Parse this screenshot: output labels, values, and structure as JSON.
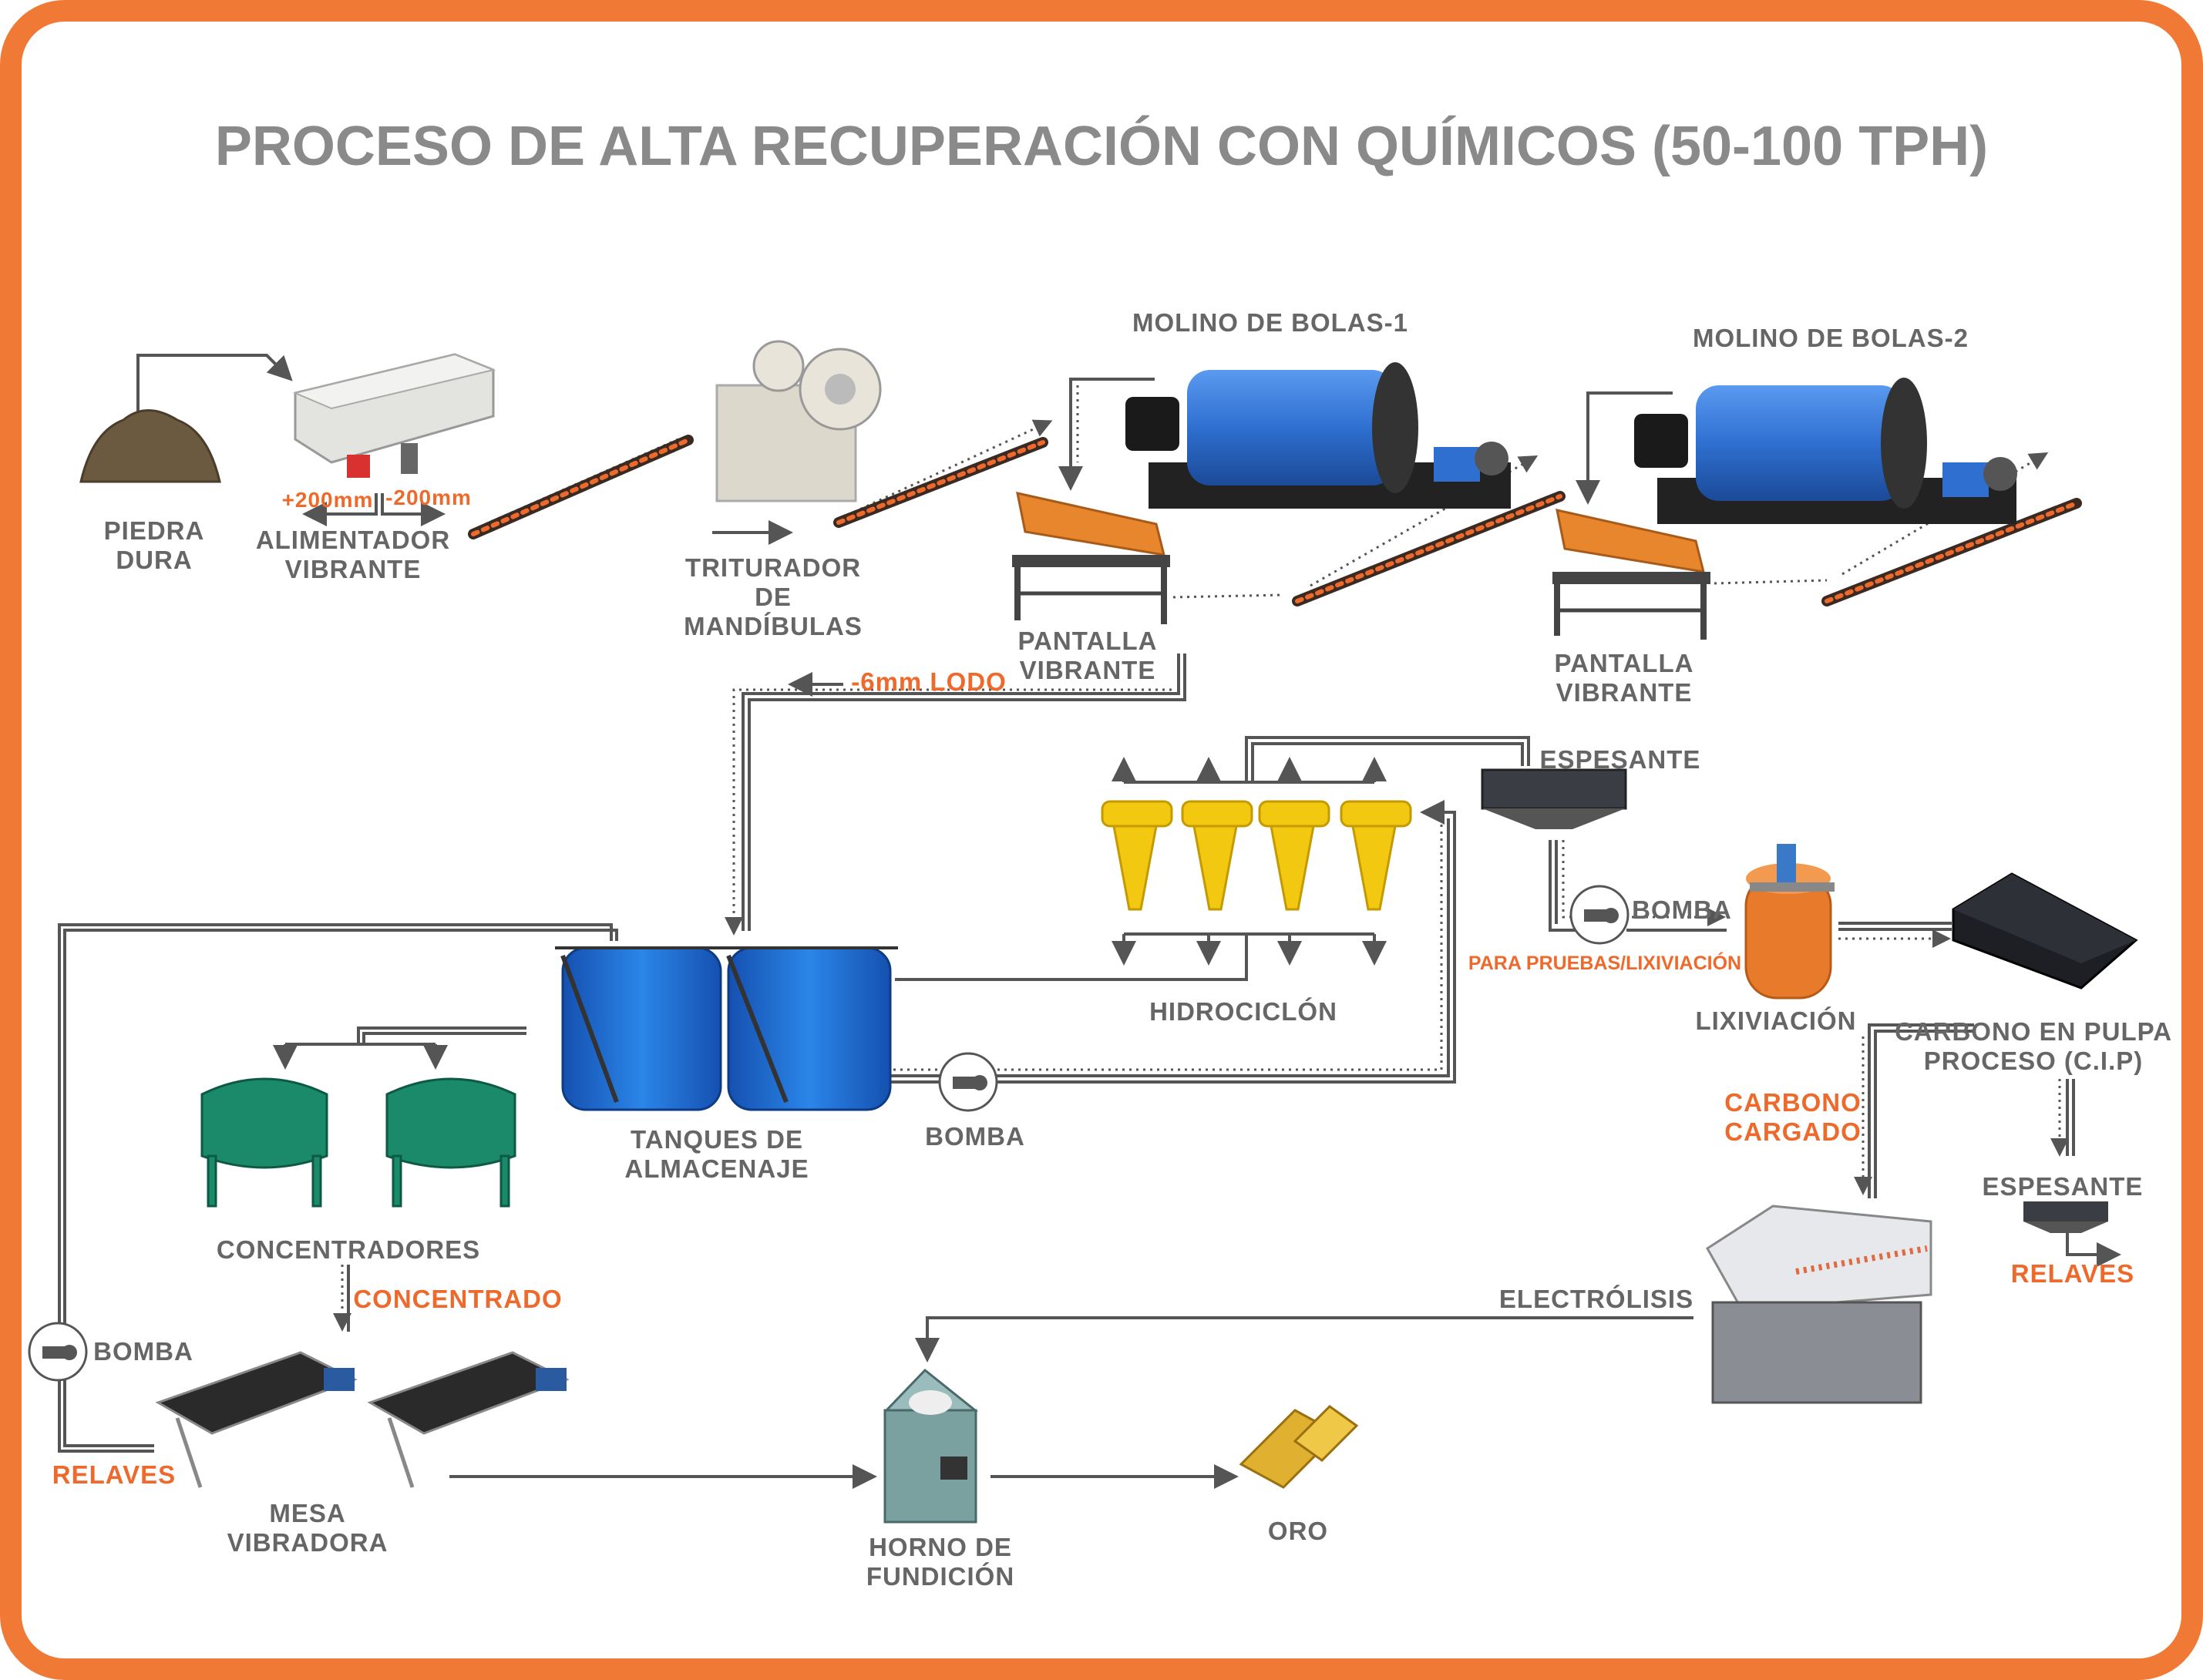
{
  "title": "PROCESO DE ALTA RECUPERACIÓN CON QUÍMICOS (50-100 TPH)",
  "colors": {
    "border": "#F07A35",
    "accent": "#EE6A2C",
    "text": "#666666",
    "mill": "#2F6FD0",
    "tank": "#1E73D6",
    "concentrator": "#1A8A6A",
    "cyclone": "#F2C811"
  },
  "labels": {
    "piedra_dura": [
      "PIEDRA",
      "DURA"
    ],
    "alimentador": [
      "ALIMENTADOR",
      "VIBRANTE"
    ],
    "plus200": "+200mm",
    "minus200": "-200mm",
    "triturador": [
      "TRITURADOR",
      "DE",
      "MANDÍBULAS"
    ],
    "molino1": "MOLINO DE BOLAS-1",
    "molino2": "MOLINO DE BOLAS-2",
    "pantalla1": [
      "PANTALLA",
      "VIBRANTE"
    ],
    "pantalla2": [
      "PANTALLA",
      "VIBRANTE"
    ],
    "lodo": "-6mm LODO",
    "espesante1": "ESPESANTE",
    "bomba1": "BOMBA",
    "para_pruebas": "PARA PRUEBAS/LIXIVIACIÓN",
    "hidrociclon": "HIDROCICLÓN",
    "lixiviacion": "LIXIVIACIÓN",
    "cip": [
      "CARBONO EN PULPA",
      "PROCESO (C.I.P)"
    ],
    "carbono_cargado": [
      "CARBONO",
      "CARGADO"
    ],
    "espesante2": "ESPESANTE",
    "relaves_right": "RELAVES",
    "electrolisis": "ELECTRÓLISIS",
    "tanques": [
      "TANQUES DE",
      "ALMACENAJE"
    ],
    "bomba2": "BOMBA",
    "concentradores": "CONCENTRADORES",
    "concentrado": "CONCENTRADO",
    "bomba3": "BOMBA",
    "relaves_left": "RELAVES",
    "mesa": [
      "MESA",
      "VIBRADORA"
    ],
    "horno": [
      "HORNO DE",
      "FUNDICIÓN"
    ],
    "oro": "ORO"
  }
}
